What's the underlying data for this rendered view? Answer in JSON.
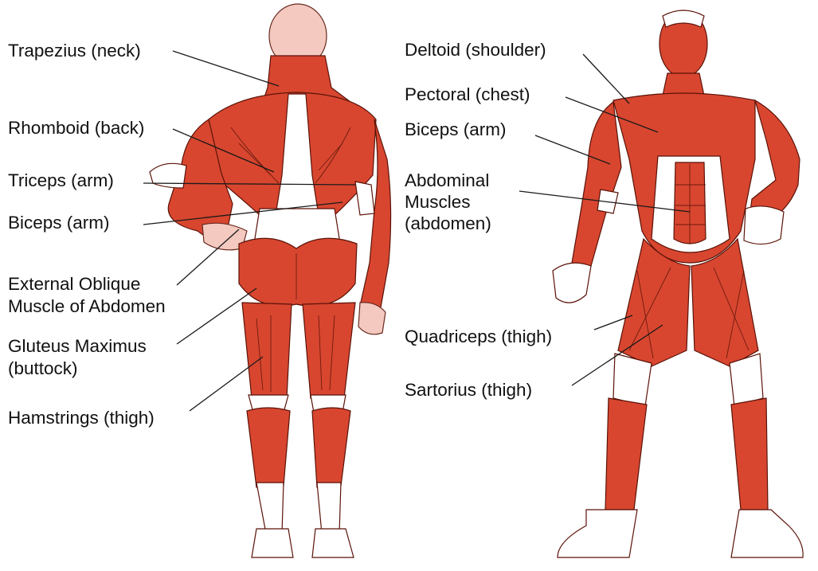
{
  "colors": {
    "muscle": "#d8462f",
    "tendon": "#ffffff",
    "skin": "#f3c9c0",
    "outline": "#5a1208"
  },
  "back_labels": {
    "trapezius": "Trapezius (neck)",
    "rhomboid": "Rhomboid (back)",
    "triceps": "Triceps (arm)",
    "biceps": "Biceps (arm)",
    "oblique_1": "External Oblique",
    "oblique_2": "Muscle of Abdomen",
    "gluteus_1": "Gluteus Maximus",
    "gluteus_2": "(buttock)",
    "hamstrings": "Hamstrings (thigh)"
  },
  "front_labels": {
    "deltoid": "Deltoid (shoulder)",
    "pectoral": "Pectoral (chest)",
    "biceps": "Biceps (arm)",
    "abdominal_1": "Abdominal",
    "abdominal_2": "Muscles",
    "abdominal_3": "(abdomen)",
    "quadriceps": "Quadriceps (thigh)",
    "sartorius": "Sartorius (thigh)"
  }
}
